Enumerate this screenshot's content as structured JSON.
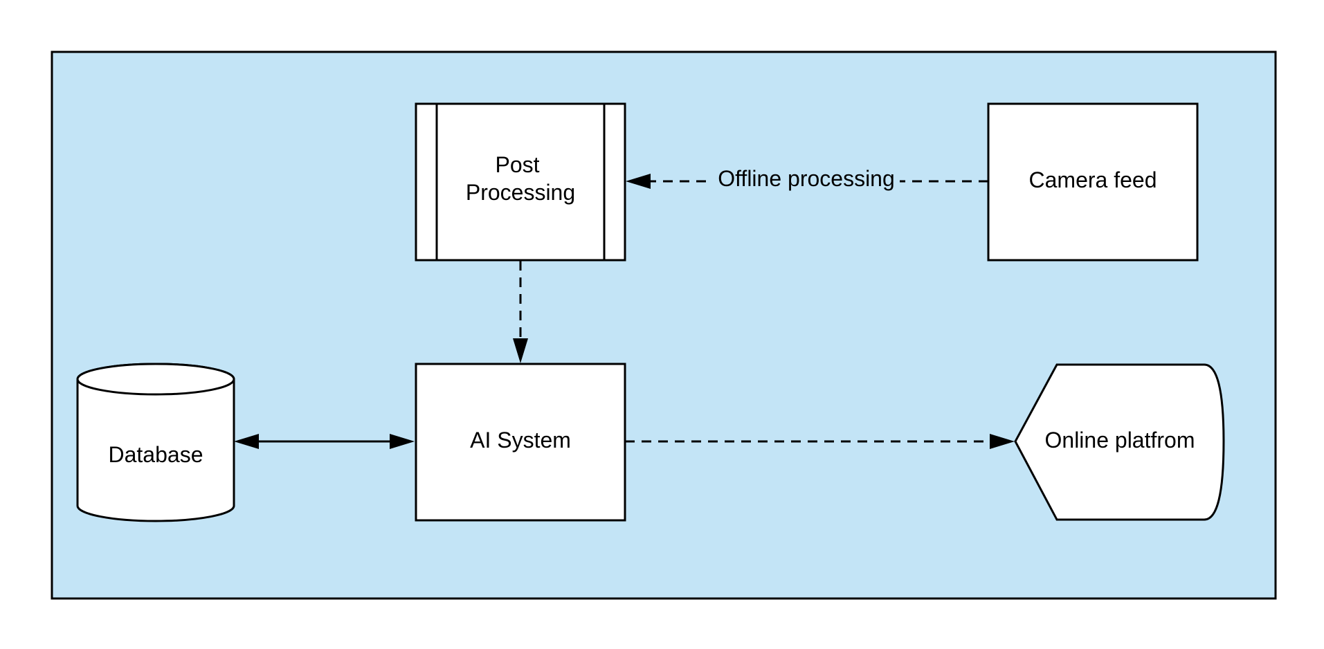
{
  "colors": {
    "container_fill": "#c3e4f6",
    "stroke": "#000000",
    "node_fill": "#ffffff"
  },
  "nodes": {
    "post_processing": {
      "line1": "Post",
      "line2": "Processing",
      "shape": "subroutine"
    },
    "camera_feed": {
      "label": "Camera feed",
      "shape": "rectangle"
    },
    "database": {
      "label": "Database",
      "shape": "cylinder"
    },
    "ai_system": {
      "label": "AI System",
      "shape": "rectangle"
    },
    "online_platform": {
      "label": "Online platfrom",
      "shape": "display"
    }
  },
  "edges": [
    {
      "from": "camera_feed",
      "to": "post_processing",
      "style": "dashed",
      "label": "Offline processing"
    },
    {
      "from": "post_processing",
      "to": "ai_system",
      "style": "dashed",
      "label": ""
    },
    {
      "from": "database",
      "to": "ai_system",
      "style": "solid",
      "direction": "both",
      "label": ""
    },
    {
      "from": "ai_system",
      "to": "online_platform",
      "style": "dashed",
      "label": ""
    }
  ]
}
